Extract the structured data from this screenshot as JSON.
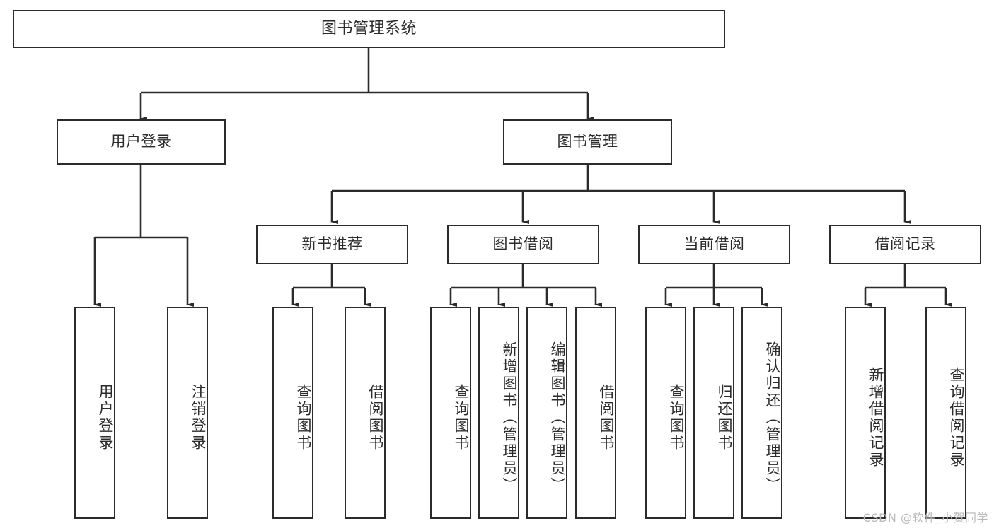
{
  "diagram": {
    "title": "图书管理系统",
    "type": "tree-hierarchy-chart",
    "watermark": "CSDN @软件_小贺同学",
    "colors": {
      "box_border": "#2b2b2b",
      "box_fill": "#ffffff",
      "connector": "#2b2b2b",
      "text": "#2b2b2b",
      "watermark": "#b9b9b9",
      "background": "#ffffff"
    },
    "root": {
      "label": "图书管理系统"
    },
    "level2": [
      {
        "label": "用户登录"
      },
      {
        "label": "图书管理"
      }
    ],
    "level3": [
      {
        "label": "新书推荐"
      },
      {
        "label": "图书借阅"
      },
      {
        "label": "当前借阅"
      },
      {
        "label": "借阅记录"
      }
    ],
    "leaves": {
      "user_login": [
        {
          "label": "用户登录"
        },
        {
          "label": "注销登录"
        }
      ],
      "new_book_recommend": [
        {
          "label": "查询图书"
        },
        {
          "label": "借阅图书"
        }
      ],
      "book_borrow": [
        {
          "label": "查询图书"
        },
        {
          "label": "新增图书（管理员）"
        },
        {
          "label": "编辑图书（管理员）"
        },
        {
          "label": "借阅图书"
        }
      ],
      "current_borrow": [
        {
          "label": "查询图书"
        },
        {
          "label": "归还图书"
        },
        {
          "label": "确认归还（管理员）"
        }
      ],
      "borrow_record": [
        {
          "label": "新增借阅记录"
        },
        {
          "label": "查询借阅记录"
        }
      ]
    }
  }
}
